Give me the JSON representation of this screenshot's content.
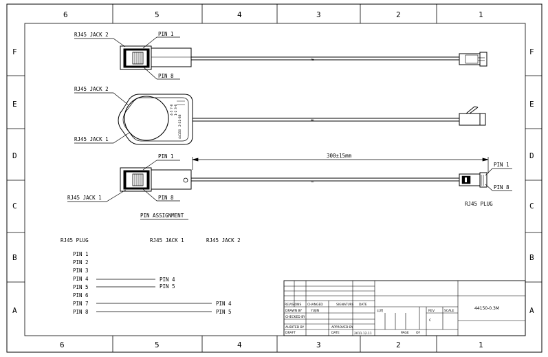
{
  "grid": {
    "columns": [
      "6",
      "5",
      "4",
      "3",
      "2",
      "1"
    ],
    "rows": [
      "F",
      "E",
      "D",
      "C",
      "B",
      "A"
    ]
  },
  "labels": {
    "jack2_top": "RJ45 JACK 2",
    "pin1_top": "PIN 1",
    "pin8_top": "PIN 8",
    "jack2_mid": "RJ45 JACK 2",
    "jack1_mid": "RJ45 JACK 1",
    "pin1_bottom": "PIN 1",
    "jack1_bottom": "RJ45 JACK 1",
    "pin8_bottom": "PIN 8",
    "dimension": "300±15mm",
    "plug_pin1": "PIN 1",
    "plug_pin8": "PIN 8",
    "plug": "RJ45 PLUG",
    "pin_assignment": "PIN ASSIGNMENT"
  },
  "housing_text": {
    "part": "44150",
    "line1": "2-S1-88",
    "line2": "1-2",
    "line3": "3-6",
    "line4": "4-5",
    "line5": "7-8"
  },
  "assignment": {
    "col_plug": "RJ45 PLUG",
    "col_jack1": "RJ45 JACK 1",
    "col_jack2": "RJ45 JACK 2",
    "plug_pins": [
      "PIN 1",
      "PIN 2",
      "PIN 3",
      "PIN 4",
      "PIN 5",
      "PIN 6",
      "PIN 7",
      "PIN 8"
    ],
    "jack1_pins": [
      "PIN 4",
      "PIN 5"
    ],
    "jack2_pins": [
      "PIN 4",
      "PIN 5"
    ]
  },
  "title_block": {
    "rev_row": "REVISIONS",
    "changed": "CHANGED",
    "signature": "SIGNATURE",
    "date": "DATE",
    "drawn_by": "DRAWN BY",
    "drawn_name": "YUJIN",
    "checked_by": "CHECKED BY",
    "audited_by": "AUDITED BY",
    "approved_by": "APPROVED BY",
    "draft": "DRAFT",
    "date2": "DATE",
    "date_value": "2011.12.11",
    "page": "PAGE",
    "of": "OF",
    "company": "公司",
    "rev": "REV",
    "scale": "SCALE",
    "rev_value": "C",
    "drawing_no": "44150-0.3M"
  }
}
